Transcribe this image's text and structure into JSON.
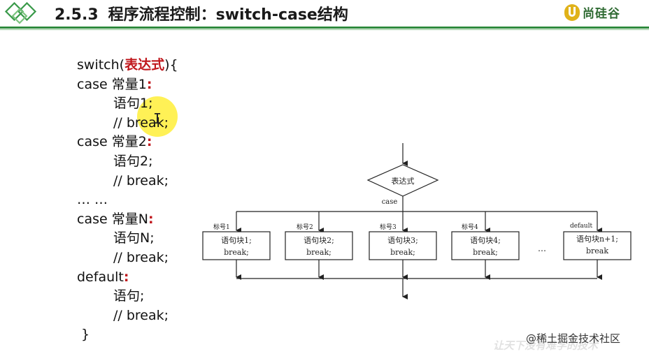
{
  "header": {
    "section_number": "2.5.3",
    "title": "程序流程控制：switch-case结构",
    "logo_text": "尚硅谷",
    "accent_color": "#2f8a3e"
  },
  "code": {
    "switch_kw": "switch(",
    "switch_expr": "表达式",
    "switch_end": "){",
    "case1_kw": "case 常量1",
    "case1_colon": ":",
    "stmt1": "语句1;",
    "break1": "// break;",
    "case2_kw": "case 常量2",
    "case2_colon": ":",
    "stmt2": "语句2;",
    "break2": "// break;",
    "ellipsis": "… …",
    "caseN_kw": "case 常量N",
    "caseN_colon": ":",
    "stmtN": "语句N;",
    "breakN": "// break;",
    "default_kw": "default",
    "default_colon": ":",
    "stmt_default": "语句;",
    "break_default": "// break;",
    "close_brace": "}",
    "keyword_color": "#c0161b"
  },
  "flowchart": {
    "diamond_label": "表达式",
    "case_label": "case",
    "blocks": [
      {
        "tag": "标号1",
        "line1": "语句块1;",
        "line2": "break;"
      },
      {
        "tag": "标号2",
        "line1": "语句块2;",
        "line2": "break;"
      },
      {
        "tag": "标号3",
        "line1": "语句块3;",
        "line2": "break;"
      },
      {
        "tag": "标号4",
        "line1": "语句块4;",
        "line2": "break;"
      },
      {
        "tag": "default",
        "line1": "语句块n+1;",
        "line2": "break"
      }
    ],
    "dots": "…"
  },
  "watermark": {
    "text": "@稀土掘金技术社区",
    "faint_text": "让天下没有难学的技术"
  }
}
